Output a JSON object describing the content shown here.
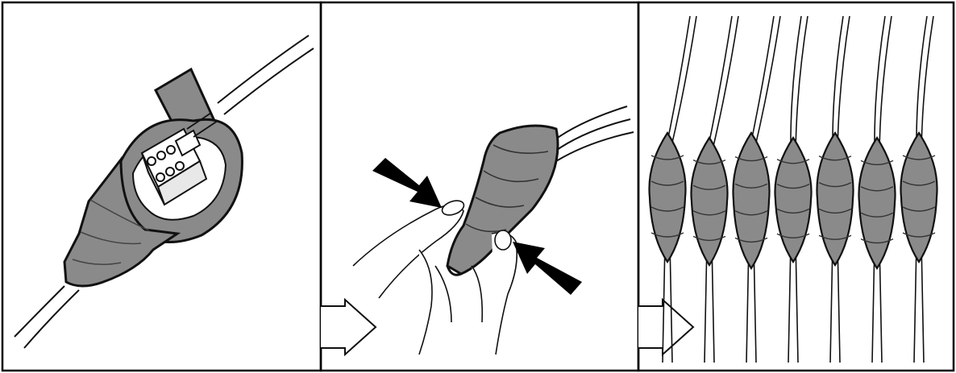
{
  "figure": {
    "panels": [
      {
        "step": 1,
        "content": "tape-being-wrapped-around-terminal-block-connector"
      },
      {
        "step": 2,
        "content": "fingers-pressing-wrapped-tape"
      },
      {
        "step": 3,
        "content": "seven-finished-wrapped-connections"
      }
    ],
    "transition_icon": "outline-right-arrow-icon",
    "press_indicator_icon": "solid-black-arrow-icon",
    "finished_bundle_count": 7
  },
  "colors": {
    "tape": "#8a8a8a",
    "tape_dark": "#6a6a6a",
    "outline": "#111111",
    "background": "#ffffff",
    "frame": "#000000",
    "arrow": "#000000"
  }
}
